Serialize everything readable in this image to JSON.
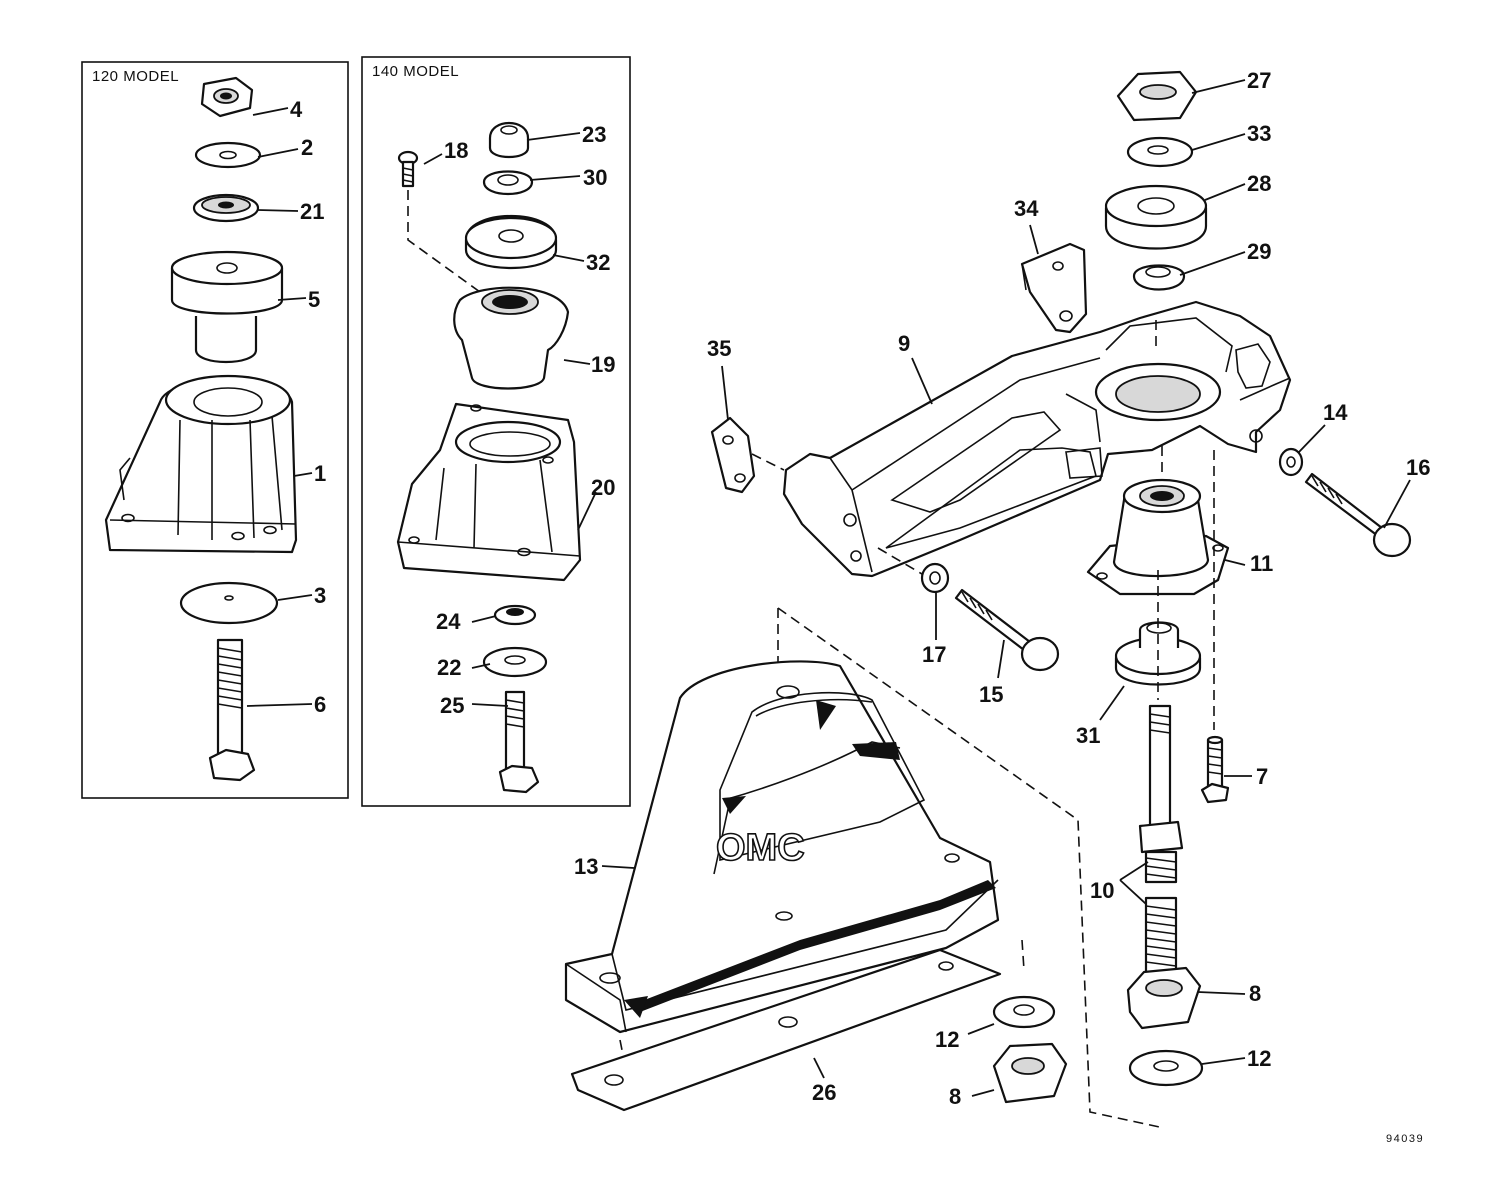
{
  "diagram": {
    "panels": {
      "left_title": "120 MODEL",
      "middle_title": "140 MODEL"
    },
    "callouts": [
      "1",
      "2",
      "3",
      "4",
      "5",
      "6",
      "7",
      "8",
      "9",
      "10",
      "11",
      "12",
      "13",
      "14",
      "15",
      "16",
      "17",
      "18",
      "19",
      "20",
      "21",
      "22",
      "23",
      "24",
      "25",
      "26",
      "27",
      "28",
      "29",
      "30",
      "31",
      "32",
      "33",
      "34",
      "35"
    ],
    "brand_text": "OMC",
    "figure_code": "94039"
  }
}
